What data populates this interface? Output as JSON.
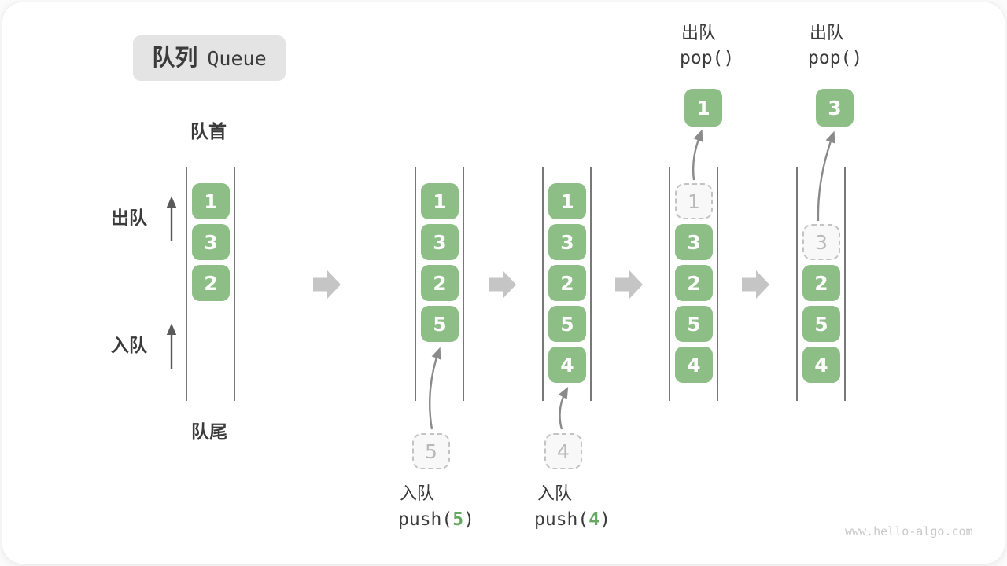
{
  "title": {
    "zh": "队列",
    "en": "Queue"
  },
  "labels": {
    "front": "队首",
    "rear": "队尾",
    "side_dequeue": "出队",
    "side_enqueue": "入队"
  },
  "watermark": "www.hello-algo.com",
  "colors": {
    "cell_green": "#8cbe86",
    "cell_text": "#ffffff",
    "dashed_border": "#c3c3c3",
    "dashed_text": "#b9b9b9",
    "queue_wall": "#4b4b4b",
    "block_arrow": "#c5c5c5",
    "thin_arrow": "#8a8a8a",
    "code_arg_green": "#64a862",
    "title_bg": "#e4e4e4",
    "text_dark": "#3b3b3b",
    "watermark_gray": "#c9c9c9"
  },
  "queues": [
    {
      "name": "state-1",
      "cells": [
        {
          "v": "1"
        },
        {
          "v": "3"
        },
        {
          "v": "2"
        }
      ]
    },
    {
      "name": "state-2",
      "cells": [
        {
          "v": "1"
        },
        {
          "v": "3"
        },
        {
          "v": "2"
        },
        {
          "v": "5"
        }
      ],
      "staged": {
        "v": "5"
      },
      "op": {
        "action": "入队",
        "code_prefix": "push(",
        "code_arg": "5",
        "code_suffix": ")"
      }
    },
    {
      "name": "state-3",
      "cells": [
        {
          "v": "1"
        },
        {
          "v": "3"
        },
        {
          "v": "2"
        },
        {
          "v": "5"
        },
        {
          "v": "4"
        }
      ],
      "staged": {
        "v": "4"
      },
      "op": {
        "action": "入队",
        "code_prefix": "push(",
        "code_arg": "4",
        "code_suffix": ")"
      }
    },
    {
      "name": "state-4",
      "cells": [
        {
          "v": "1",
          "removed": true
        },
        {
          "v": "3"
        },
        {
          "v": "2"
        },
        {
          "v": "5"
        },
        {
          "v": "4"
        }
      ],
      "popped": {
        "v": "1"
      },
      "op": {
        "action": "出队",
        "code": "pop()"
      }
    },
    {
      "name": "state-5",
      "cells": [
        {
          "v": "3",
          "removed": true
        },
        {
          "v": "2"
        },
        {
          "v": "5"
        },
        {
          "v": "4"
        }
      ],
      "popped": {
        "v": "3"
      },
      "op": {
        "action": "出队",
        "code": "pop()"
      }
    }
  ]
}
